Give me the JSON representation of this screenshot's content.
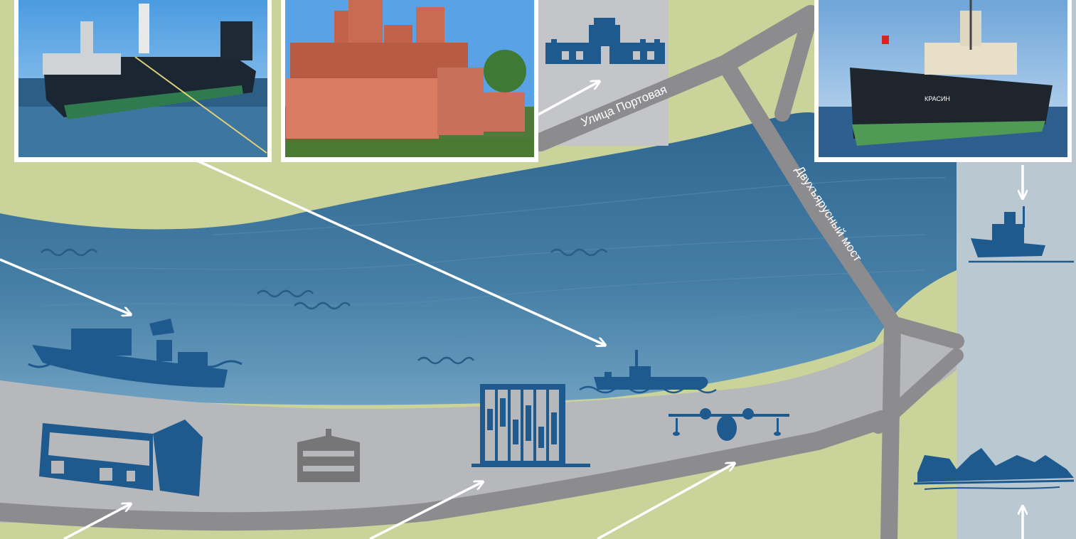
{
  "map": {
    "roads": {
      "portovaya": "Улица Портовая",
      "bridge": "Двухъярусный мост"
    },
    "icebreaker_hull_text": "КРАСИН",
    "colors": {
      "land": "#c9d39a",
      "water": "#3f7aa0",
      "water_light": "#6e9fbf",
      "embankment": "#b7b8bc",
      "road": "#8c8c8f",
      "side_panel": "#b9c8d1",
      "icon_blue": "#1f5a8e",
      "icon_gray": "#767676",
      "arrow": "#ffffff"
    },
    "photos": [
      {
        "subject": "submarine"
      },
      {
        "subject": "fort"
      },
      {
        "subject": "icebreaker"
      }
    ],
    "icons": [
      "gate-icon",
      "research-ship-icon",
      "submarine-icon",
      "icebreaker-icon",
      "museum-hall-icon",
      "building-icon",
      "tall-building-icon",
      "seaplane-icon",
      "ocean-center-icon"
    ]
  }
}
